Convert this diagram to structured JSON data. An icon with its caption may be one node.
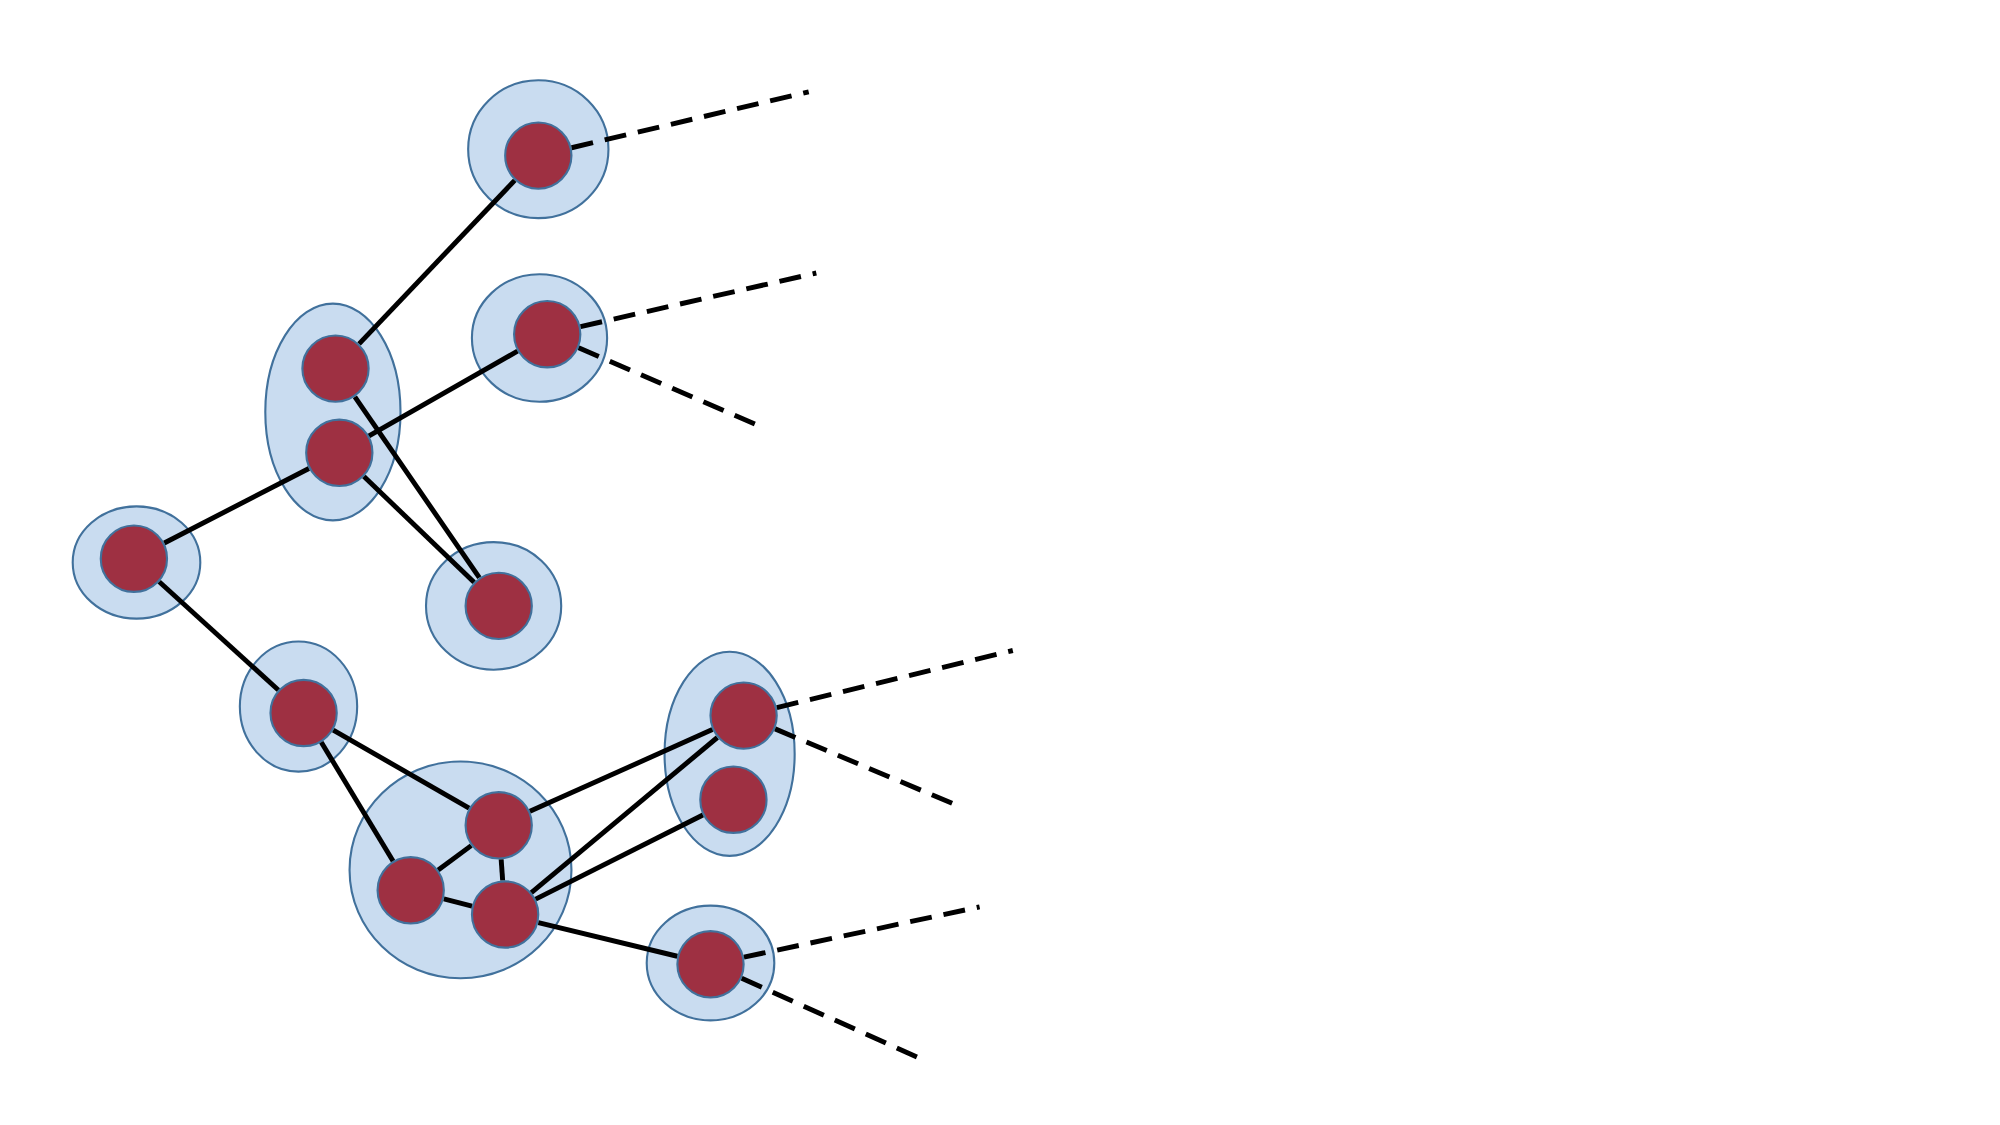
{
  "diagram": {
    "nodes": [
      {
        "text": [],
        "shape": "ellipse"
      },
      {
        "text": [],
        "shape": "circle",
        "in": 0
      },
      {
        "text": [],
        "shape": "ellipse"
      },
      {
        "text": [],
        "shape": "circle",
        "in": 2
      },
      {
        "text": [],
        "shape": "ellipse"
      },
      {
        "text": [],
        "shape": "circle",
        "in": 4
      },
      {
        "text": [],
        "shape": "circle",
        "in": 4
      },
      {
        "text": [],
        "shape": "ellipse"
      },
      {
        "text": [],
        "shape": "circle",
        "in": 7
      },
      {
        "text": [],
        "shape": "ellipse"
      },
      {
        "text": [],
        "shape": "circle",
        "in": 9
      },
      {
        "text": [],
        "shape": "ellipse"
      },
      {
        "text": [],
        "shape": "circle",
        "in": 11
      },
      {
        "text": [],
        "shape": "circle",
        "in": 11
      },
      {
        "text": [],
        "shape": "ellipse"
      },
      {
        "text": [],
        "shape": "circle",
        "in": 14
      },
      {
        "text": [],
        "shape": "ellipse"
      },
      {
        "text": [],
        "shape": "circle",
        "in": 16
      },
      {
        "text": [],
        "shape": "circle",
        "in": 16
      },
      {
        "text": [],
        "shape": "circle",
        "in": 16
      },
      {
        "text": [],
        "shape": "ellipse"
      },
      {
        "text": [],
        "shape": "circle",
        "in": 20
      }
    ],
    "edges": [
      {
        "from": 8,
        "to": 6,
        "arrow": "none"
      },
      {
        "from": 8,
        "to": 15,
        "arrow": "none"
      },
      {
        "from": 5,
        "to": 1,
        "arrow": "none"
      },
      {
        "from": 6,
        "to": 3,
        "arrow": "none"
      },
      {
        "from": 5,
        "to": 10,
        "arrow": "none"
      },
      {
        "from": 6,
        "to": 10,
        "arrow": "none"
      },
      {
        "from": 15,
        "to": 17,
        "arrow": "none"
      },
      {
        "from": 15,
        "to": 18,
        "arrow": "none"
      },
      {
        "from": 18,
        "to": 17,
        "arrow": "none"
      },
      {
        "from": 18,
        "to": 19,
        "arrow": "none"
      },
      {
        "from": 17,
        "to": 19,
        "arrow": "none"
      },
      {
        "from": 17,
        "to": 12,
        "arrow": "none"
      },
      {
        "from": 19,
        "to": 12,
        "arrow": "none"
      },
      {
        "from": 19,
        "to": 13,
        "arrow": "none"
      },
      {
        "from": 19,
        "to": 21,
        "arrow": "none"
      },
      {
        "from": 1,
        "to": null,
        "arrow": "none",
        "style": "dashed"
      },
      {
        "from": 3,
        "to": null,
        "arrow": "none",
        "style": "dashed"
      },
      {
        "from": 3,
        "to": null,
        "arrow": "none",
        "style": "dashed"
      },
      {
        "from": 12,
        "to": null,
        "arrow": "none",
        "style": "dashed"
      },
      {
        "from": 12,
        "to": null,
        "arrow": "none",
        "style": "dashed"
      },
      {
        "from": 21,
        "to": null,
        "arrow": "none",
        "style": "dashed"
      },
      {
        "from": 21,
        "to": null,
        "arrow": "none",
        "style": "dashed"
      }
    ]
  }
}
